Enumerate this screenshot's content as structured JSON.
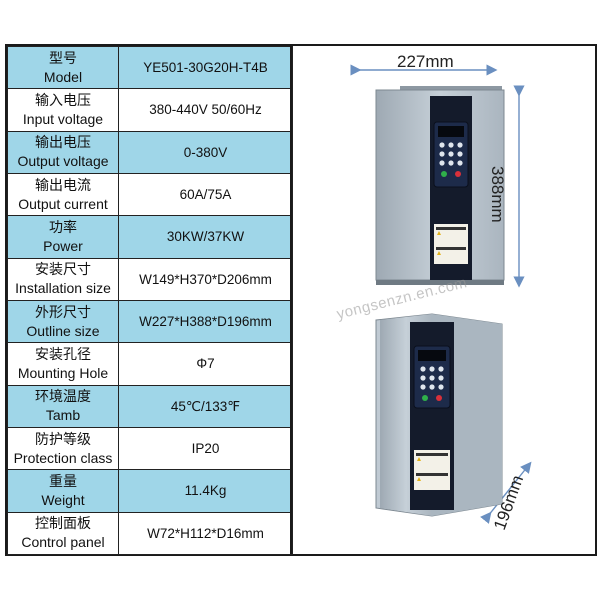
{
  "rows": [
    {
      "cn": "型号",
      "en": "Model",
      "value": "YE501-30G20H-T4B"
    },
    {
      "cn": "输入电压",
      "en": "Input voltage",
      "value": "380-440V 50/60Hz"
    },
    {
      "cn": "输出电压",
      "en": "Output voltage",
      "value": "0-380V"
    },
    {
      "cn": "输出电流",
      "en": "Output current",
      "value": "60A/75A"
    },
    {
      "cn": "功率",
      "en": "Power",
      "value": "30KW/37KW"
    },
    {
      "cn": "安装尺寸",
      "en": "Installation size",
      "value": "W149*H370*D206mm"
    },
    {
      "cn": "外形尺寸",
      "en": "Outline size",
      "value": "W227*H388*D196mm"
    },
    {
      "cn": "安装孔径",
      "en": "Mounting Hole",
      "value": "Φ7"
    },
    {
      "cn": "环境温度",
      "en": "Tamb",
      "value": "45℃/133℉"
    },
    {
      "cn": "防护等级",
      "en": "Protection class",
      "value": "IP20"
    },
    {
      "cn": "重量",
      "en": "Weight",
      "value": "11.4Kg"
    },
    {
      "cn": "控制面板",
      "en": "Control panel",
      "value": "W72*H112*D16mm"
    }
  ],
  "dimensions": {
    "width": "227mm",
    "height": "388mm",
    "depth": "196mm"
  },
  "watermark": "yongsenzn.en.com",
  "colors": {
    "blue_row": "#9fd6e8",
    "device_body": "#b7c3cd",
    "front_panel": "#141b2b",
    "dim_arrow": "#6a8fc0"
  }
}
